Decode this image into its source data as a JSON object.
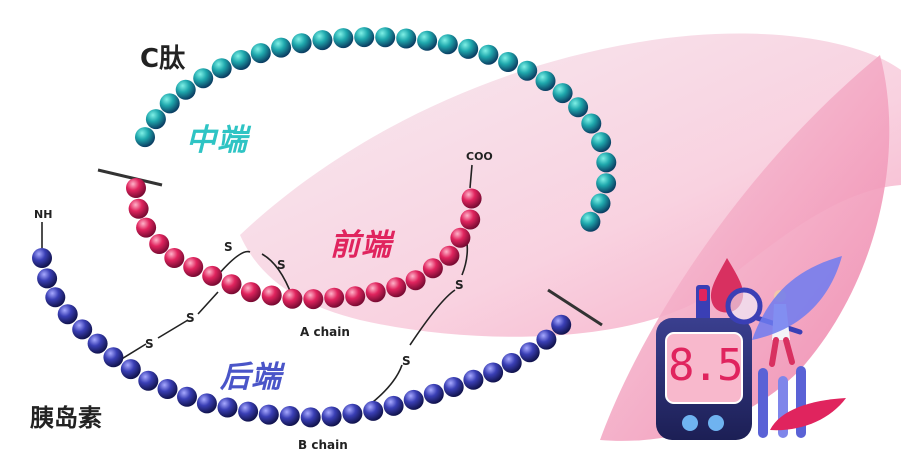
{
  "labels": {
    "c_peptide": "C肽",
    "insulin": "胰岛素",
    "middle": "中端",
    "front": "前端",
    "back": "后端",
    "a_chain": "A chain",
    "b_chain": "B chain",
    "nh": "NH",
    "coo": "COO",
    "s": "S",
    "meter_reading": "8.5"
  },
  "colors": {
    "c_chain": "#1f9ea6",
    "a_chain": "#e0245e",
    "b_chain": "#3a3fb5",
    "middle_text": "#2ec4c4",
    "front_text": "#e0245e",
    "back_text": "#4a55c8",
    "background_blob": "#f6c6d8"
  },
  "icons": [
    "glucose-meter-icon",
    "magnifier-icon",
    "test-tube-icon",
    "blood-drop-icon",
    "person-icon",
    "leaf-icon"
  ]
}
